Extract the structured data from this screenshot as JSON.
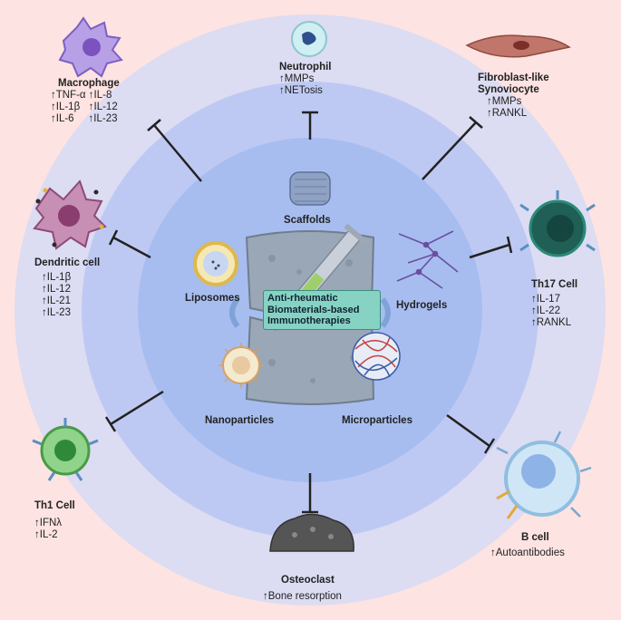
{
  "center": {
    "title_lines": [
      "Anti-rheumatic",
      "Biomaterials-based",
      "Immunotherapies"
    ]
  },
  "biomaterials": {
    "scaffolds": "Scaffolds",
    "liposomes": "Liposomes",
    "hydrogels": "Hydrogels",
    "nanoparticles": "Nanoparticles",
    "microparticles": "Microparticles"
  },
  "cells": {
    "macrophage": {
      "name": "Macrophage",
      "rows": [
        "↑TNF-α ↑IL-8",
        "↑IL-1β   ↑IL-12",
        "↑IL-6     ↑IL-23"
      ]
    },
    "neutrophil": {
      "name": "Neutrophil",
      "rows": [
        "↑MMPs",
        "↑NETosis"
      ]
    },
    "fibroblast": {
      "name_lines": [
        "Fibroblast-like",
        "Synoviocyte"
      ],
      "rows": [
        "↑MMPs",
        "↑RANKL"
      ]
    },
    "dendritic": {
      "name": "Dendritic cell",
      "rows": [
        "↑IL-1β",
        "↑IL-12",
        "↑IL-21",
        "↑IL-23"
      ]
    },
    "th17": {
      "name": "Th17 Cell",
      "rows": [
        "↑IL-17",
        "↑IL-22",
        "↑RANKL"
      ]
    },
    "th1": {
      "name": "Th1 Cell",
      "rows": [
        "↑IFNλ",
        "↑IL-2"
      ]
    },
    "bcell": {
      "name": "B cell",
      "rows": [
        "↑Autoantibodies"
      ]
    },
    "osteoclast": {
      "name": "Osteoclast",
      "rows": [
        "↑Bone resorption"
      ]
    }
  },
  "colors": {
    "background": "#fde3e1",
    "outer_ring": "#dcdcf4",
    "middle_ring": "#bfc8f4",
    "inner_disc": "#a6bff0",
    "center_label": "#86d3c3"
  }
}
